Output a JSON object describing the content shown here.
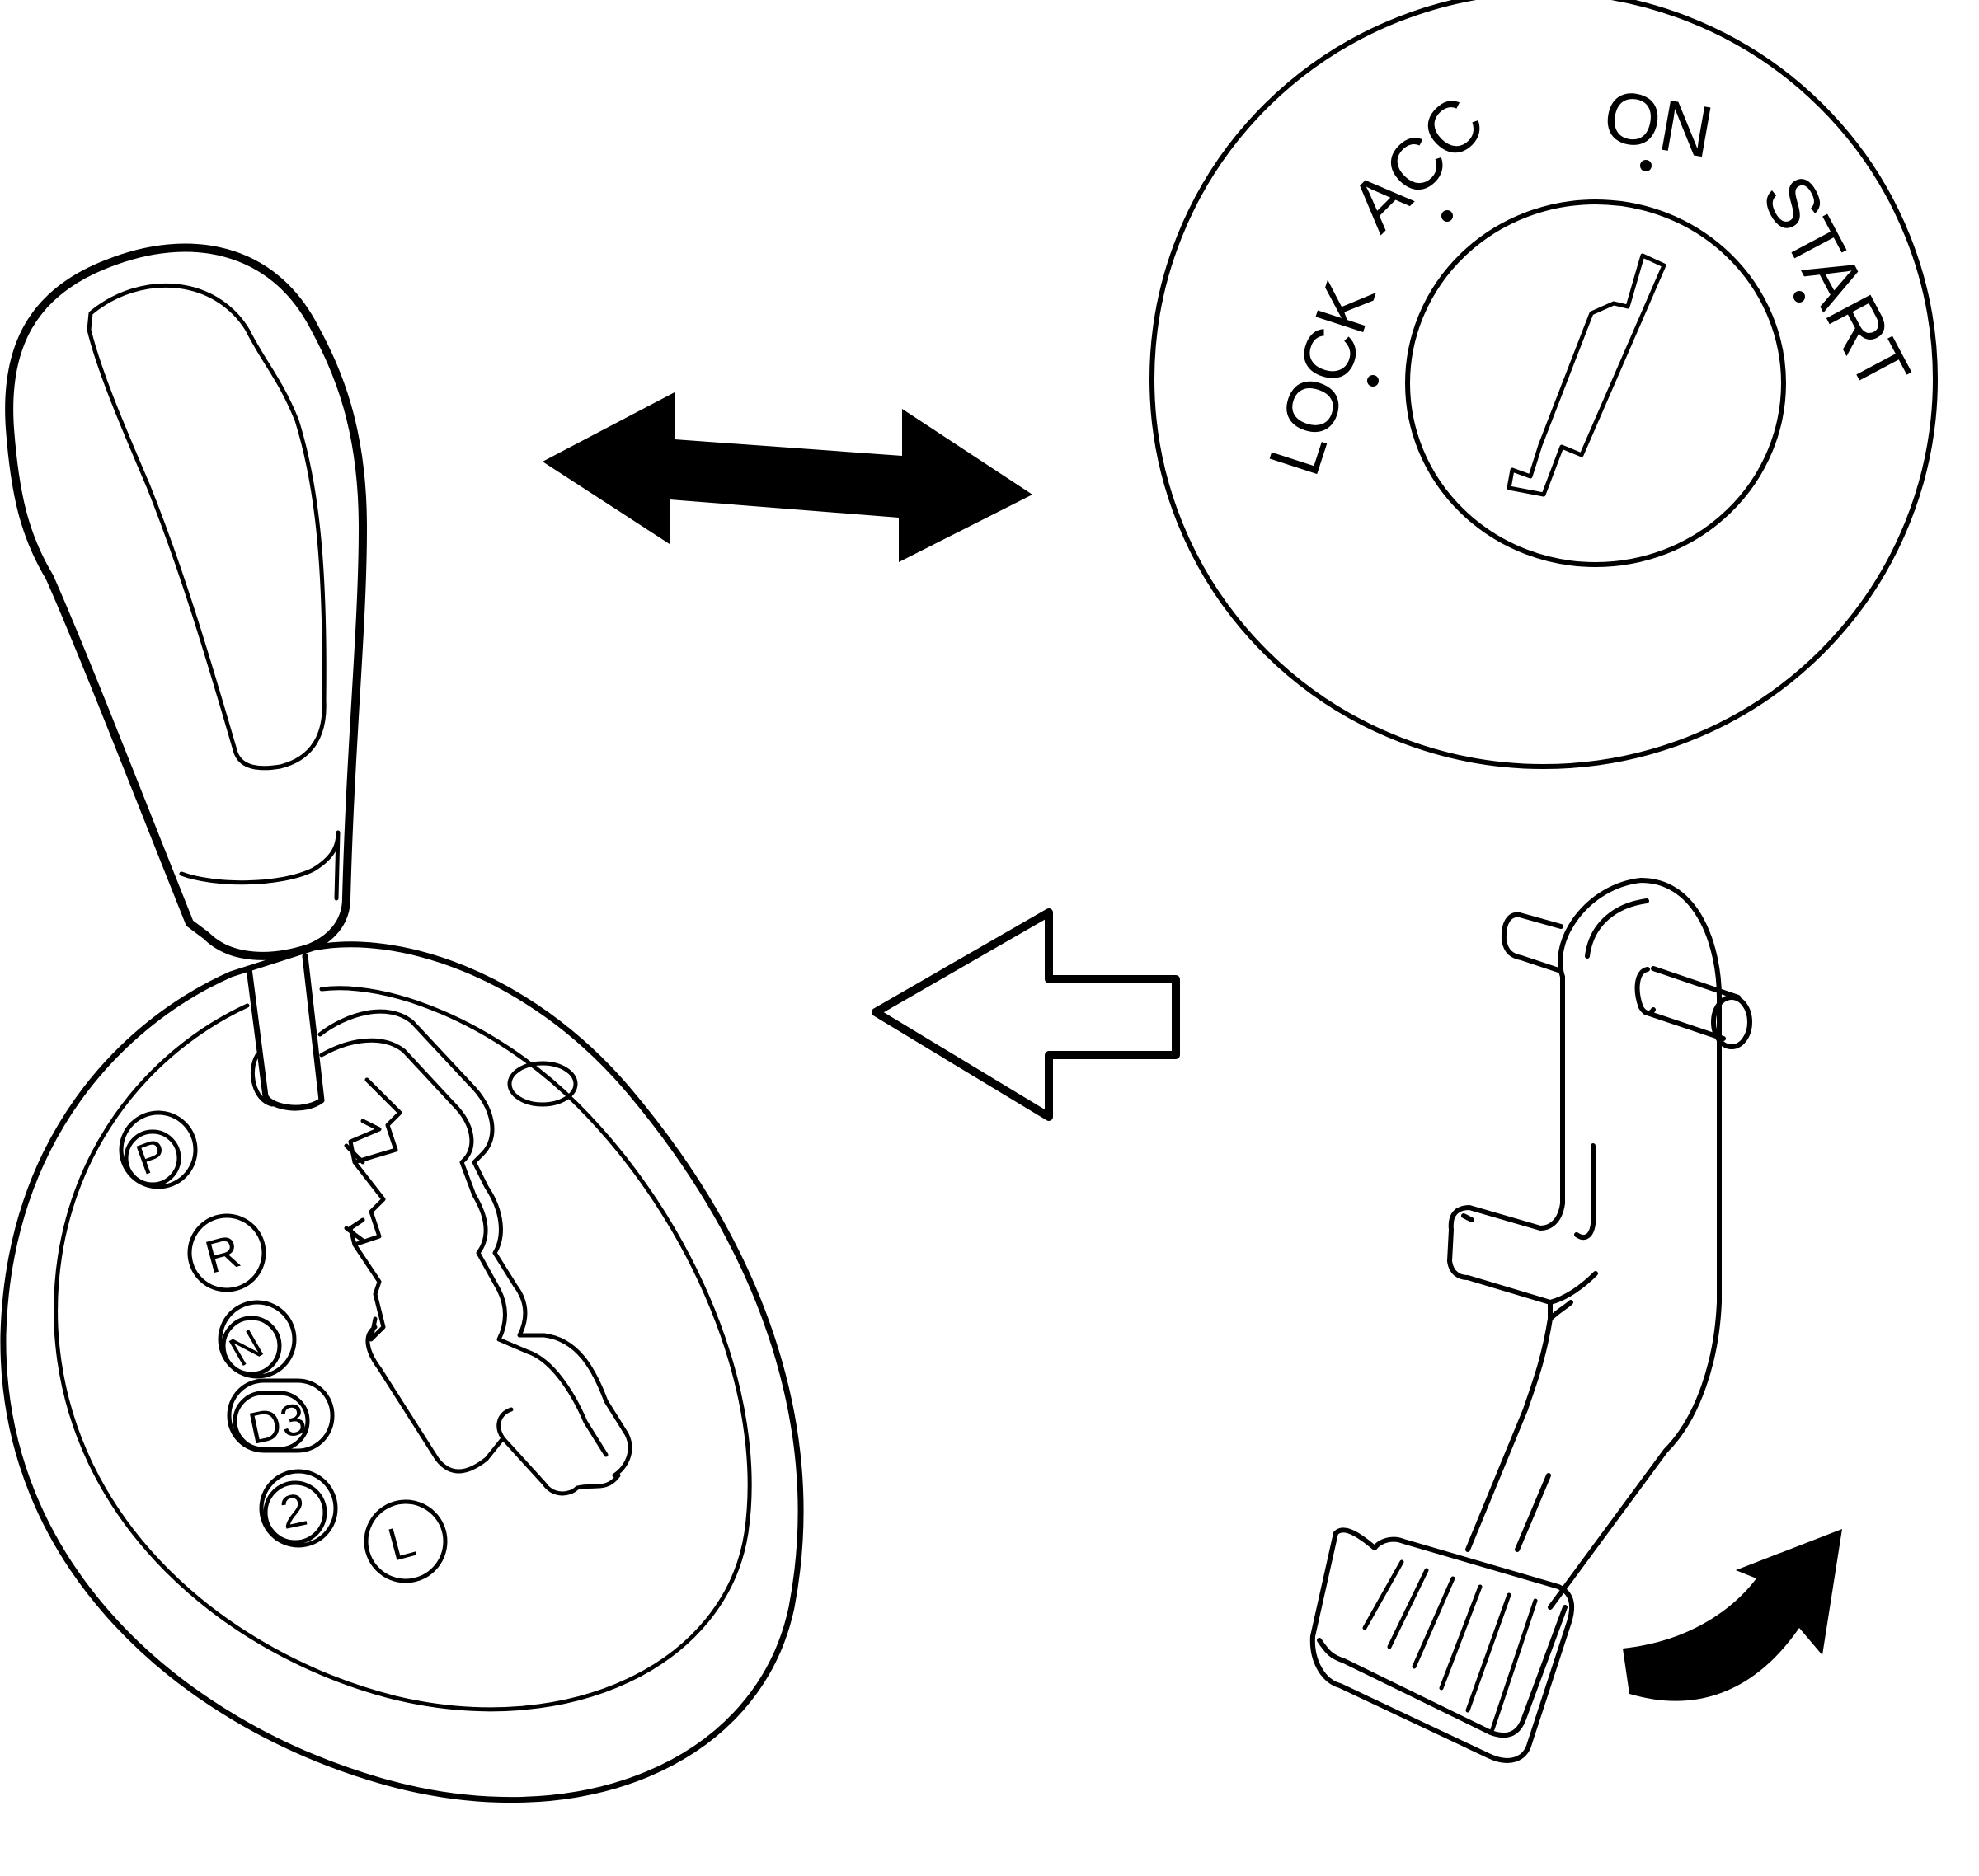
{
  "ignition": {
    "positions": [
      "LOCK",
      "ACC",
      "ON",
      "START"
    ]
  },
  "shift_gate": {
    "positions": [
      "P",
      "R",
      "N",
      "D3",
      "2",
      "L"
    ]
  },
  "colors": {
    "ink": "#000000",
    "paper": "#ffffff"
  },
  "icons": {
    "double_arrow": "left-right-double-arrow-icon",
    "hollow_arrow": "left-hollow-arrow-icon",
    "curved_arrow": "curved-up-arrow-icon"
  }
}
